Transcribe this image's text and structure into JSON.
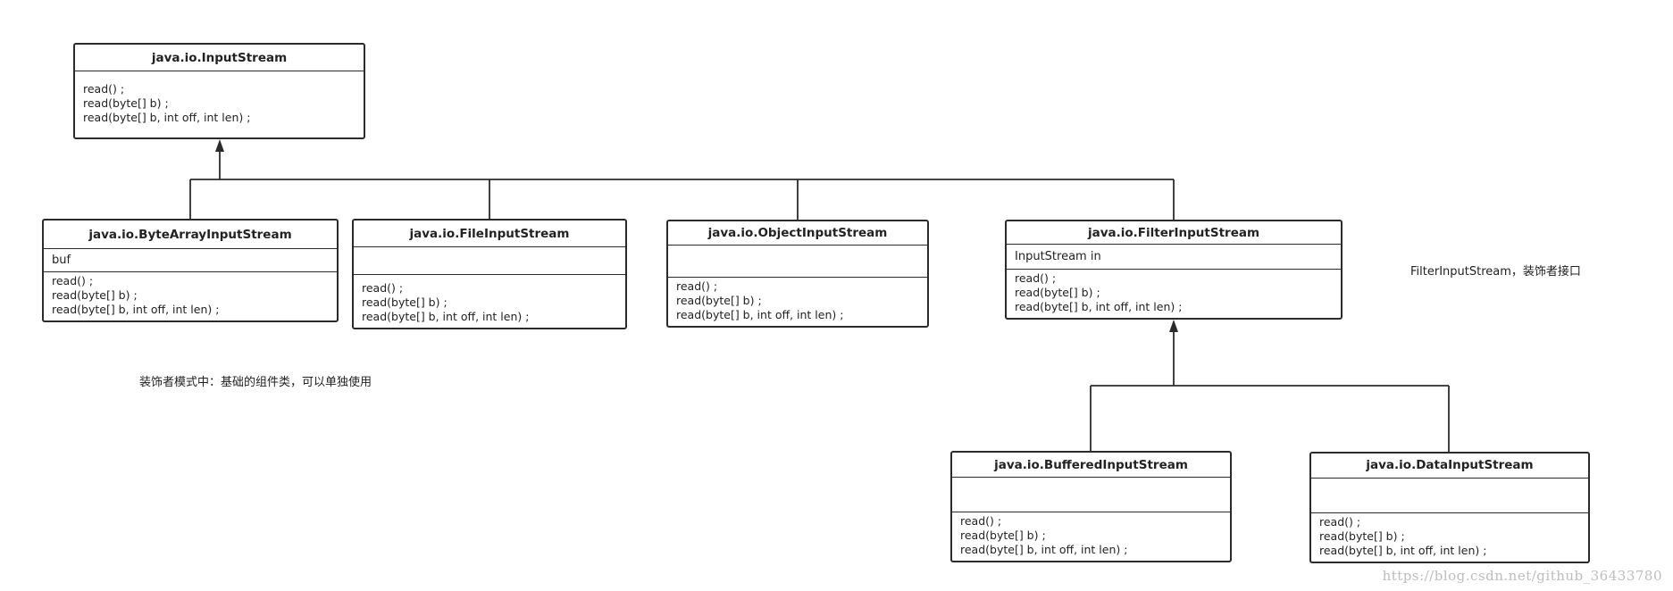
{
  "classes": {
    "input_stream": {
      "name": "java.io.InputStream",
      "attributes": "",
      "methods": [
        "read() ;",
        "read(byte[] b) ;",
        "read(byte[] b, int off, int len) ;"
      ]
    },
    "byte_array_input_stream": {
      "name": "java.io.ByteArrayInputStream",
      "attributes": "buf",
      "methods": [
        "read() ;",
        "read(byte[] b) ;",
        "read(byte[] b, int off, int len) ;"
      ]
    },
    "file_input_stream": {
      "name": "java.io.FileInputStream",
      "attributes": "",
      "methods": [
        "read() ;",
        "read(byte[] b) ;",
        "read(byte[] b, int off, int len) ;"
      ]
    },
    "object_input_stream": {
      "name": "java.io.ObjectInputStream",
      "attributes": "",
      "methods": [
        "read() ;",
        "read(byte[] b) ;",
        "read(byte[] b, int off, int len) ;"
      ]
    },
    "filter_input_stream": {
      "name": "java.io.FilterInputStream",
      "attributes": "InputStream in",
      "methods": [
        "read() ;",
        "read(byte[] b) ;",
        "read(byte[] b, int off, int len) ;"
      ]
    },
    "buffered_input_stream": {
      "name": "java.io.BufferedInputStream",
      "attributes": "",
      "methods": [
        "read() ;",
        "read(byte[] b) ;",
        "read(byte[] b, int off, int len) ;"
      ]
    },
    "data_input_stream": {
      "name": "java.io.DataInputStream",
      "attributes": "",
      "methods": [
        "read() ;",
        "read(byte[] b) ;",
        "read(byte[] b, int off, int len) ;"
      ]
    }
  },
  "notes": {
    "component_note": "装饰者模式中：基础的组件类，可以单独使用",
    "decorator_note": "FilterInputStream，装饰者接口"
  },
  "watermark": "https://blog.csdn.net/github_36433780",
  "colors": {
    "line": "#2b2b2b",
    "background": "#ffffff"
  }
}
